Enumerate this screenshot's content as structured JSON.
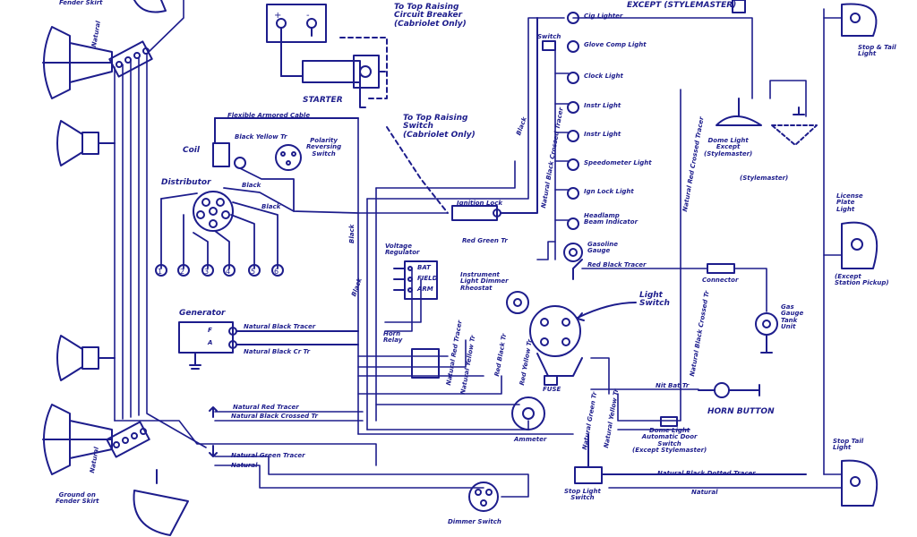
{
  "diagram": {
    "accent_color": "#1d1d8c",
    "labels": {
      "fender_skirt_top": "Fender Skirt",
      "except_stylemaster_top": "EXCEPT (STYLEMASTER)",
      "to_top_circuit_breaker": "To Top Raising\nCircuit Breaker\n(Cabriolet Only)",
      "starter": "STARTER",
      "flexible_armored_cable": "Flexible Armored Cable",
      "to_top_switch": "To Top Raising\nSwitch\n(Cabriolet Only)",
      "coil": "Coil",
      "black_yellow_tr": "Black Yellow Tr",
      "polarity_reversing_switch": "Polarity\nReversing\nSwitch",
      "distributor": "Distributor",
      "black_dist": "Black",
      "black_coil": "Black",
      "cig_lighter": "Cig Lighter",
      "switch_small": "Switch",
      "glove_comp_light": "Glove Comp Light",
      "clock_light": "Clock Light",
      "instr_light_1": "Instr Light",
      "instr_light_2": "Instr Light",
      "speedometer_light": "Speedometer Light",
      "ign_lock_light": "Ign Lock Light",
      "headlamp_beam_indicator": "Headlamp\nBeam Indicator",
      "gasoline_gauge": "Gasoline\nGauge",
      "red_black_tracer": "Red Black Tracer",
      "dome_light": "Dome Light\nExcept\n(Stylemaster)",
      "stylemaster": "(Stylemaster)",
      "stop_tail_light_top": "Stop & Tail\nLight",
      "license_plate_light": "License\nPlate\nLight",
      "except_station_pickup": "(Except\nStation Pickup)",
      "ignition_lock": "Ignition Lock",
      "red_green_tr": "Red Green Tr",
      "voltage_regulator": "Voltage\nRegulator",
      "bat": "BAT",
      "field": "FIELD",
      "arm": "ARM",
      "instrument_light_dimmer": "Instrument\nLight Dimmer\nRheostat",
      "light_switch": "Light\nSwitch",
      "connector": "Connector",
      "gas_gauge_tank_unit": "Gas\nGauge\nTank\nUnit",
      "generator": "Generator",
      "natural_black_tracer": "Natural Black Tracer",
      "natural_black_cr_tr": "Natural Black Cr Tr",
      "horn_relay": "Horn\nRelay",
      "f": "F",
      "a": "A",
      "fuse": "FUSE",
      "horn_button": "HORN BUTTON",
      "natural_red_tracer": "Natural Red Tracer",
      "natural_black_crossed_tr": "Natural Black Crossed Tr",
      "natural_green_tracer": "Natural Green Tracer",
      "natural": "Natural",
      "ammeter": "Ammeter",
      "dome_light_auto_switch": "Dome Light\nAutomatic Door\nSwitch\n(Except Stylemaster)",
      "stop_tail_light_bottom": "Stop Tail\nLight",
      "natural_black_dotted_tracer": "Natural Black Dotted Tracer",
      "natural_bottom": "Natural",
      "ground_on_fender_skirt": "Ground on\nFender Skirt",
      "dimmer_switch": "Dimmer Switch",
      "stop_light_switch": "Stop Light\nSwitch",
      "black_v1": "Black",
      "black_v2": "Black",
      "black_v3": "Black",
      "natural_black_crossed_tracer_v": "Natural Black Crossed Tracer",
      "natural_red_crossed_tracer_v": "Natural Red Crossed Tracer",
      "natural_black_crossed_tr_v": "Natural Black Crossed Tr",
      "natural_red_tracer_v": "Natural Red Tracer",
      "natural_yellow_tr_v": "Natural Yellow Tr",
      "red_black_tr_v": "Red Black Tr",
      "natural_green_tr_v": "Natural Green Tr",
      "natural_yellow_tr_v2": "Natural Yellow Tr",
      "red_yellow_tr_v": "Red Yellow Tr",
      "natural_left_v": "Natural",
      "natural_left_v2": "Natural",
      "mit_bat": "Nit Bat Tr",
      "positive_sign": "+",
      "negative_sign": "-",
      "one": "1",
      "two": "2",
      "three": "3",
      "four": "4",
      "five": "5",
      "six": "6"
    }
  }
}
